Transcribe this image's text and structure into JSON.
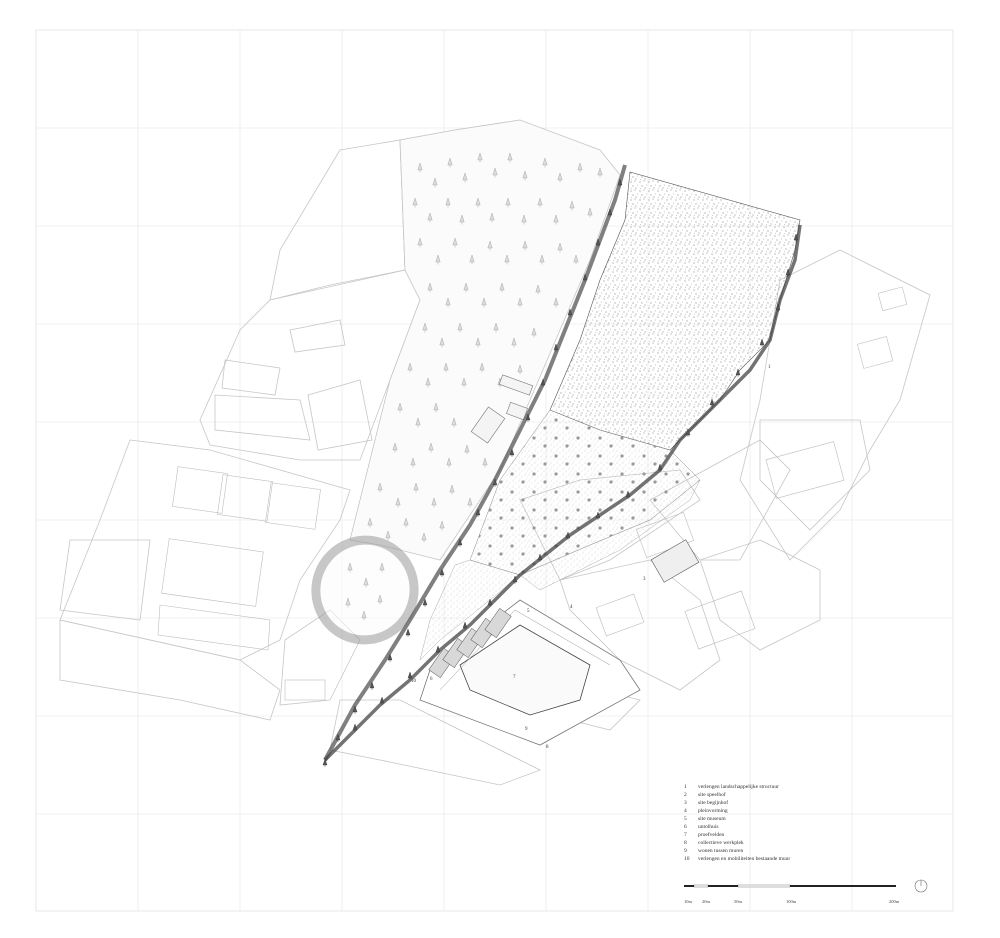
{
  "map": {
    "site_numbers": [
      "1",
      "2",
      "3",
      "4",
      "5",
      "6",
      "7",
      "8",
      "9",
      "10"
    ],
    "legend": [
      {
        "num": "1",
        "label": "verlengen landschappelijke structuur"
      },
      {
        "num": "2",
        "label": "site speelhof"
      },
      {
        "num": "3",
        "label": "site begijnhof"
      },
      {
        "num": "4",
        "label": "pleinvorming"
      },
      {
        "num": "5",
        "label": "site museum"
      },
      {
        "num": "6",
        "label": "untolhuis"
      },
      {
        "num": "7",
        "label": "proefvelden"
      },
      {
        "num": "8",
        "label": "collectieve werkplek"
      },
      {
        "num": "9",
        "label": "wonen tussen muren"
      },
      {
        "num": "10",
        "label": "verlengen en mobiliteiten bestaande muur"
      }
    ],
    "scale_labels": [
      "10m",
      "20m",
      "50m",
      "100m",
      "200m"
    ],
    "colors": {
      "line": "#c9c9c9",
      "dark": "#333333",
      "grid": "#e4e4e4"
    }
  }
}
